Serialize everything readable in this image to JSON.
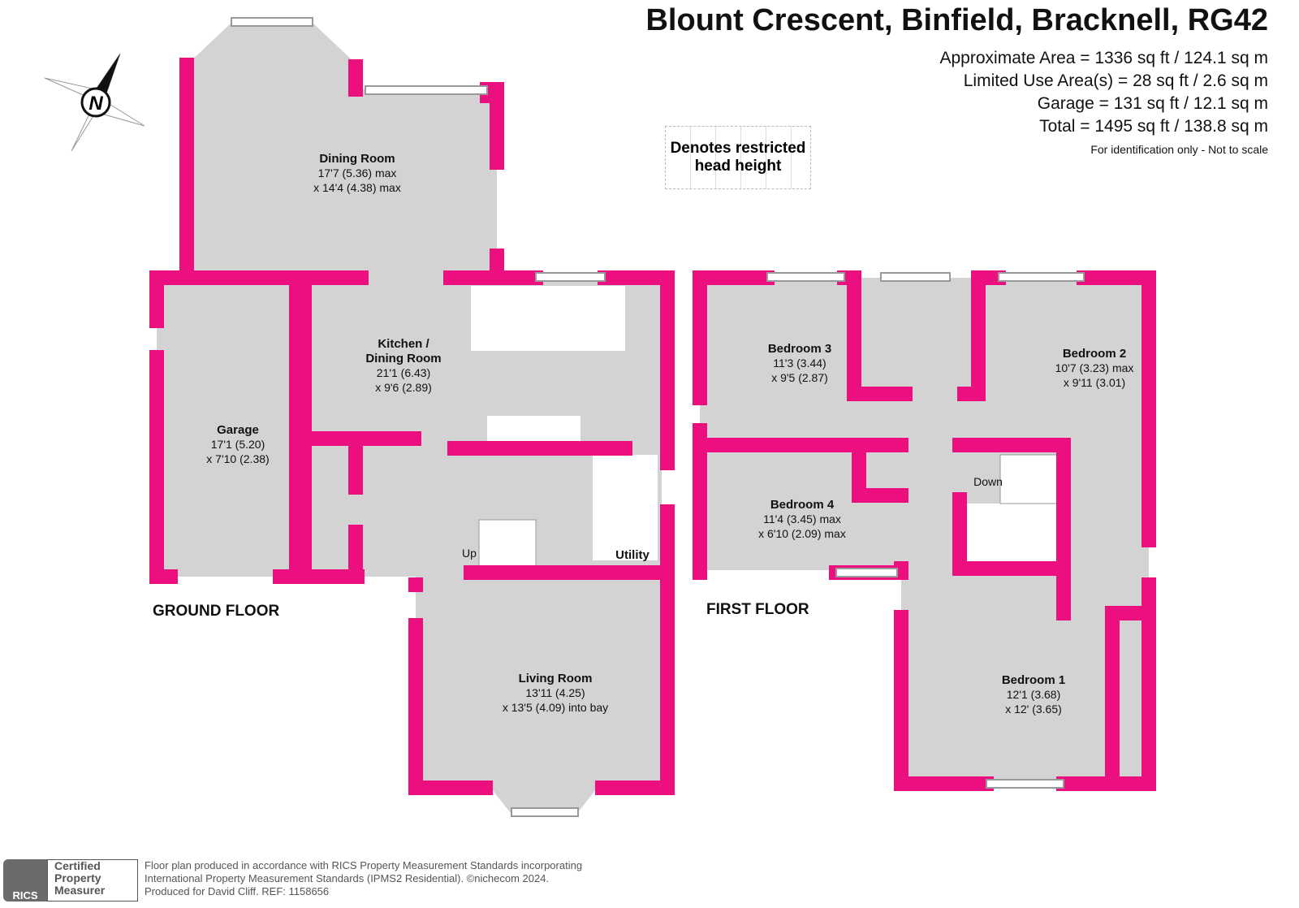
{
  "title": "Blount Crescent, Binfield, Bracknell, RG42",
  "areas": [
    "Approximate Area = 1336 sq ft / 124.1 sq m",
    "Limited Use Area(s) = 28 sq ft / 2.6 sq m",
    "Garage = 131 sq ft / 12.1 sq m",
    "Total = 1495 sq ft / 138.8 sq m"
  ],
  "note": "For identification only - Not to scale",
  "legend": [
    "Denotes restricted",
    "head height"
  ],
  "compass": "N",
  "colors": {
    "wall": "#ec0f80",
    "floor": "#d3d3d3"
  },
  "floors": {
    "ground": "GROUND FLOOR",
    "first": "FIRST FLOOR"
  },
  "rooms": {
    "dining": [
      "Dining Room",
      "17'7 (5.36) max",
      "x 14'4 (4.38) max"
    ],
    "kitchen": [
      "Kitchen /",
      "Dining Room",
      "21'1 (6.43)",
      "x 9'6 (2.89)"
    ],
    "garage": [
      "Garage",
      "17'1 (5.20)",
      "x 7'10 (2.38)"
    ],
    "living": [
      "Living Room",
      "13'11 (4.25)",
      "x 13'5 (4.09) into bay"
    ],
    "utility": "Utility",
    "up": "Up",
    "bed3": [
      "Bedroom 3",
      "11'3 (3.44)",
      "x 9'5 (2.87)"
    ],
    "bed2": [
      "Bedroom 2",
      "10'7 (3.23) max",
      "x 9'11 (3.01)"
    ],
    "bed4": [
      "Bedroom 4",
      "11'4 (3.45) max",
      "x 6'10 (2.09) max"
    ],
    "bed1": [
      "Bedroom 1",
      "12'1 (3.68)",
      "x 12' (3.65)"
    ],
    "down": "Down"
  },
  "badge": {
    "logo": "RICS",
    "text": [
      "Certified",
      "Property",
      "Measurer"
    ]
  },
  "footer": [
    "Floor plan produced in accordance with RICS Property Measurement Standards incorporating",
    "International Property Measurement Standards (IPMS2 Residential).   ©nichecom 2024.",
    "Produced for David Cliff.   REF:  1158656"
  ]
}
